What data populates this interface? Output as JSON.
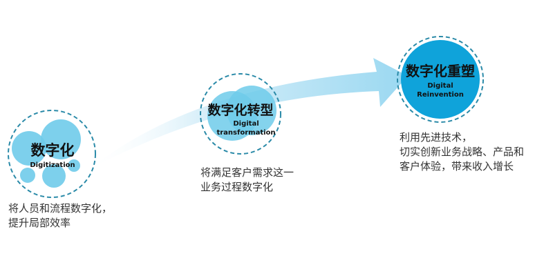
{
  "colors": {
    "bubble_light": "#6fcbea",
    "bubble_dark": "#0fa3da",
    "dashed_ring": "#2a8aa8",
    "arrow_light": "#ffffff",
    "arrow_dark": "#9ad8f1",
    "text": "#333333"
  },
  "stages": [
    {
      "title": "数字化",
      "subtitle_lines": [
        "Digitization"
      ],
      "description_lines": [
        "将人员和流程数字化，",
        "提升局部效率"
      ]
    },
    {
      "title": "数字化转型",
      "subtitle_lines": [
        "Digital",
        "transformation"
      ],
      "description_lines": [
        "将满足客户需求这一",
        "业务过程数字化"
      ]
    },
    {
      "title": "数字化重塑",
      "subtitle_lines": [
        "Digital",
        "Reinvention"
      ],
      "description_lines": [
        "利用先进技术，",
        "切实创新业务战略、产品和",
        "客户体验，带来收入增长"
      ]
    }
  ]
}
